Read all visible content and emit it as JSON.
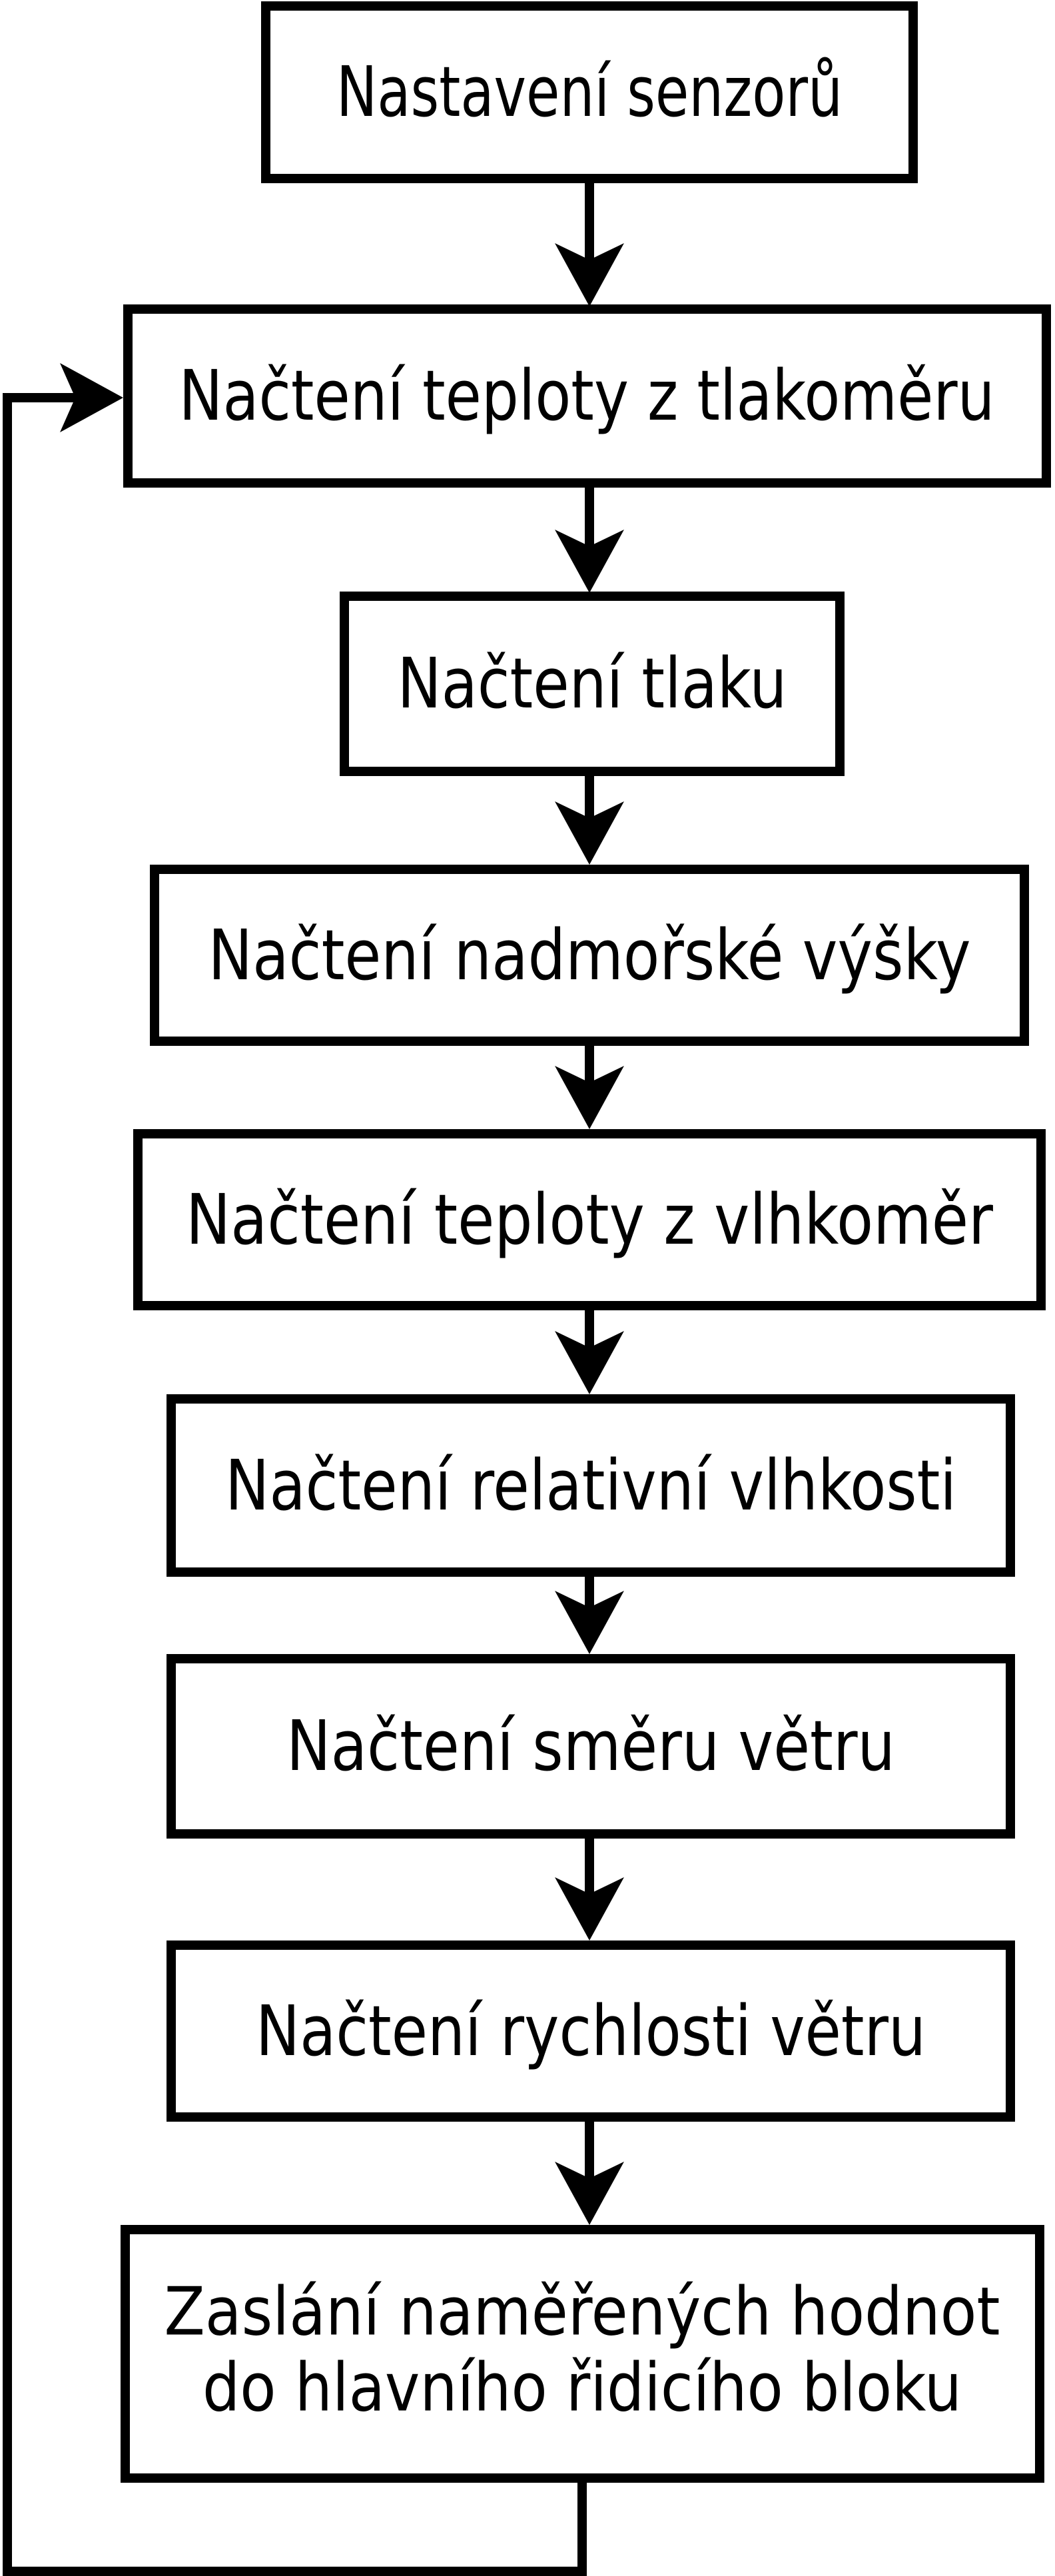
{
  "diagram": {
    "type": "flowchart",
    "language": "cs",
    "colors": {
      "background": "#ffffff",
      "node_fill": "#ffffff",
      "node_stroke": "#000000",
      "text": "#000000",
      "arrow": "#000000"
    },
    "nodes": [
      {
        "id": "n1",
        "label": "Nastavení senzorů"
      },
      {
        "id": "n2",
        "label": "Načtení teploty z tlakoměru"
      },
      {
        "id": "n3",
        "label": "Načtení tlaku"
      },
      {
        "id": "n4",
        "label": "Načtení nadmořské výšky"
      },
      {
        "id": "n5",
        "label": "Načtení teploty z vlhkoměr"
      },
      {
        "id": "n6",
        "label": "Načtení relativní vlhkosti"
      },
      {
        "id": "n7",
        "label": "Načtení směru větru"
      },
      {
        "id": "n8",
        "label": "Načtení rychlosti větru"
      },
      {
        "id": "n9",
        "label": "Zaslání naměřených hodnot do hlavního řidicího bloku",
        "lines": [
          "Zaslání naměřených hodnot",
          "do hlavního řidicího bloku"
        ]
      }
    ],
    "edges": [
      {
        "from": "n1",
        "to": "n2",
        "kind": "forward"
      },
      {
        "from": "n2",
        "to": "n3",
        "kind": "forward"
      },
      {
        "from": "n3",
        "to": "n4",
        "kind": "forward"
      },
      {
        "from": "n4",
        "to": "n5",
        "kind": "forward"
      },
      {
        "from": "n5",
        "to": "n6",
        "kind": "forward"
      },
      {
        "from": "n6",
        "to": "n7",
        "kind": "forward"
      },
      {
        "from": "n7",
        "to": "n8",
        "kind": "forward"
      },
      {
        "from": "n8",
        "to": "n9",
        "kind": "forward"
      },
      {
        "from": "n9",
        "to": "n2",
        "kind": "feedback-loop"
      }
    ]
  }
}
